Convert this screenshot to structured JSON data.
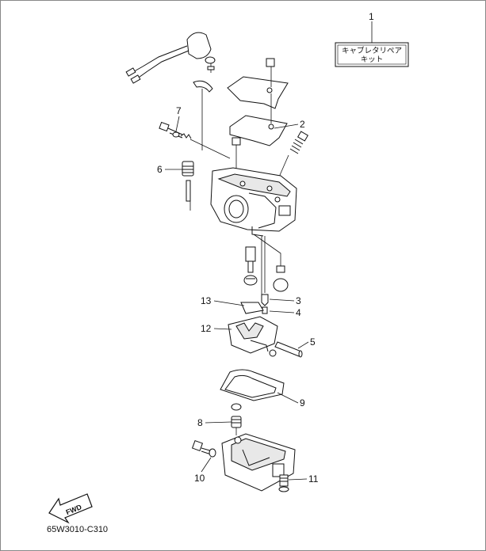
{
  "figure_code": "65W3010-C310",
  "fwd_label": "FWD",
  "kit_box": {
    "line1": "キャブレタリペア",
    "line2": "キット"
  },
  "callouts": [
    {
      "id": "1",
      "text": "1"
    },
    {
      "id": "2",
      "text": "2"
    },
    {
      "id": "3",
      "text": "3"
    },
    {
      "id": "4",
      "text": "4"
    },
    {
      "id": "5",
      "text": "5"
    },
    {
      "id": "6",
      "text": "6"
    },
    {
      "id": "7",
      "text": "7"
    },
    {
      "id": "8",
      "text": "8"
    },
    {
      "id": "9",
      "text": "9"
    },
    {
      "id": "10",
      "text": "10"
    },
    {
      "id": "11",
      "text": "11"
    },
    {
      "id": "12",
      "text": "12"
    },
    {
      "id": "13",
      "text": "13"
    }
  ]
}
